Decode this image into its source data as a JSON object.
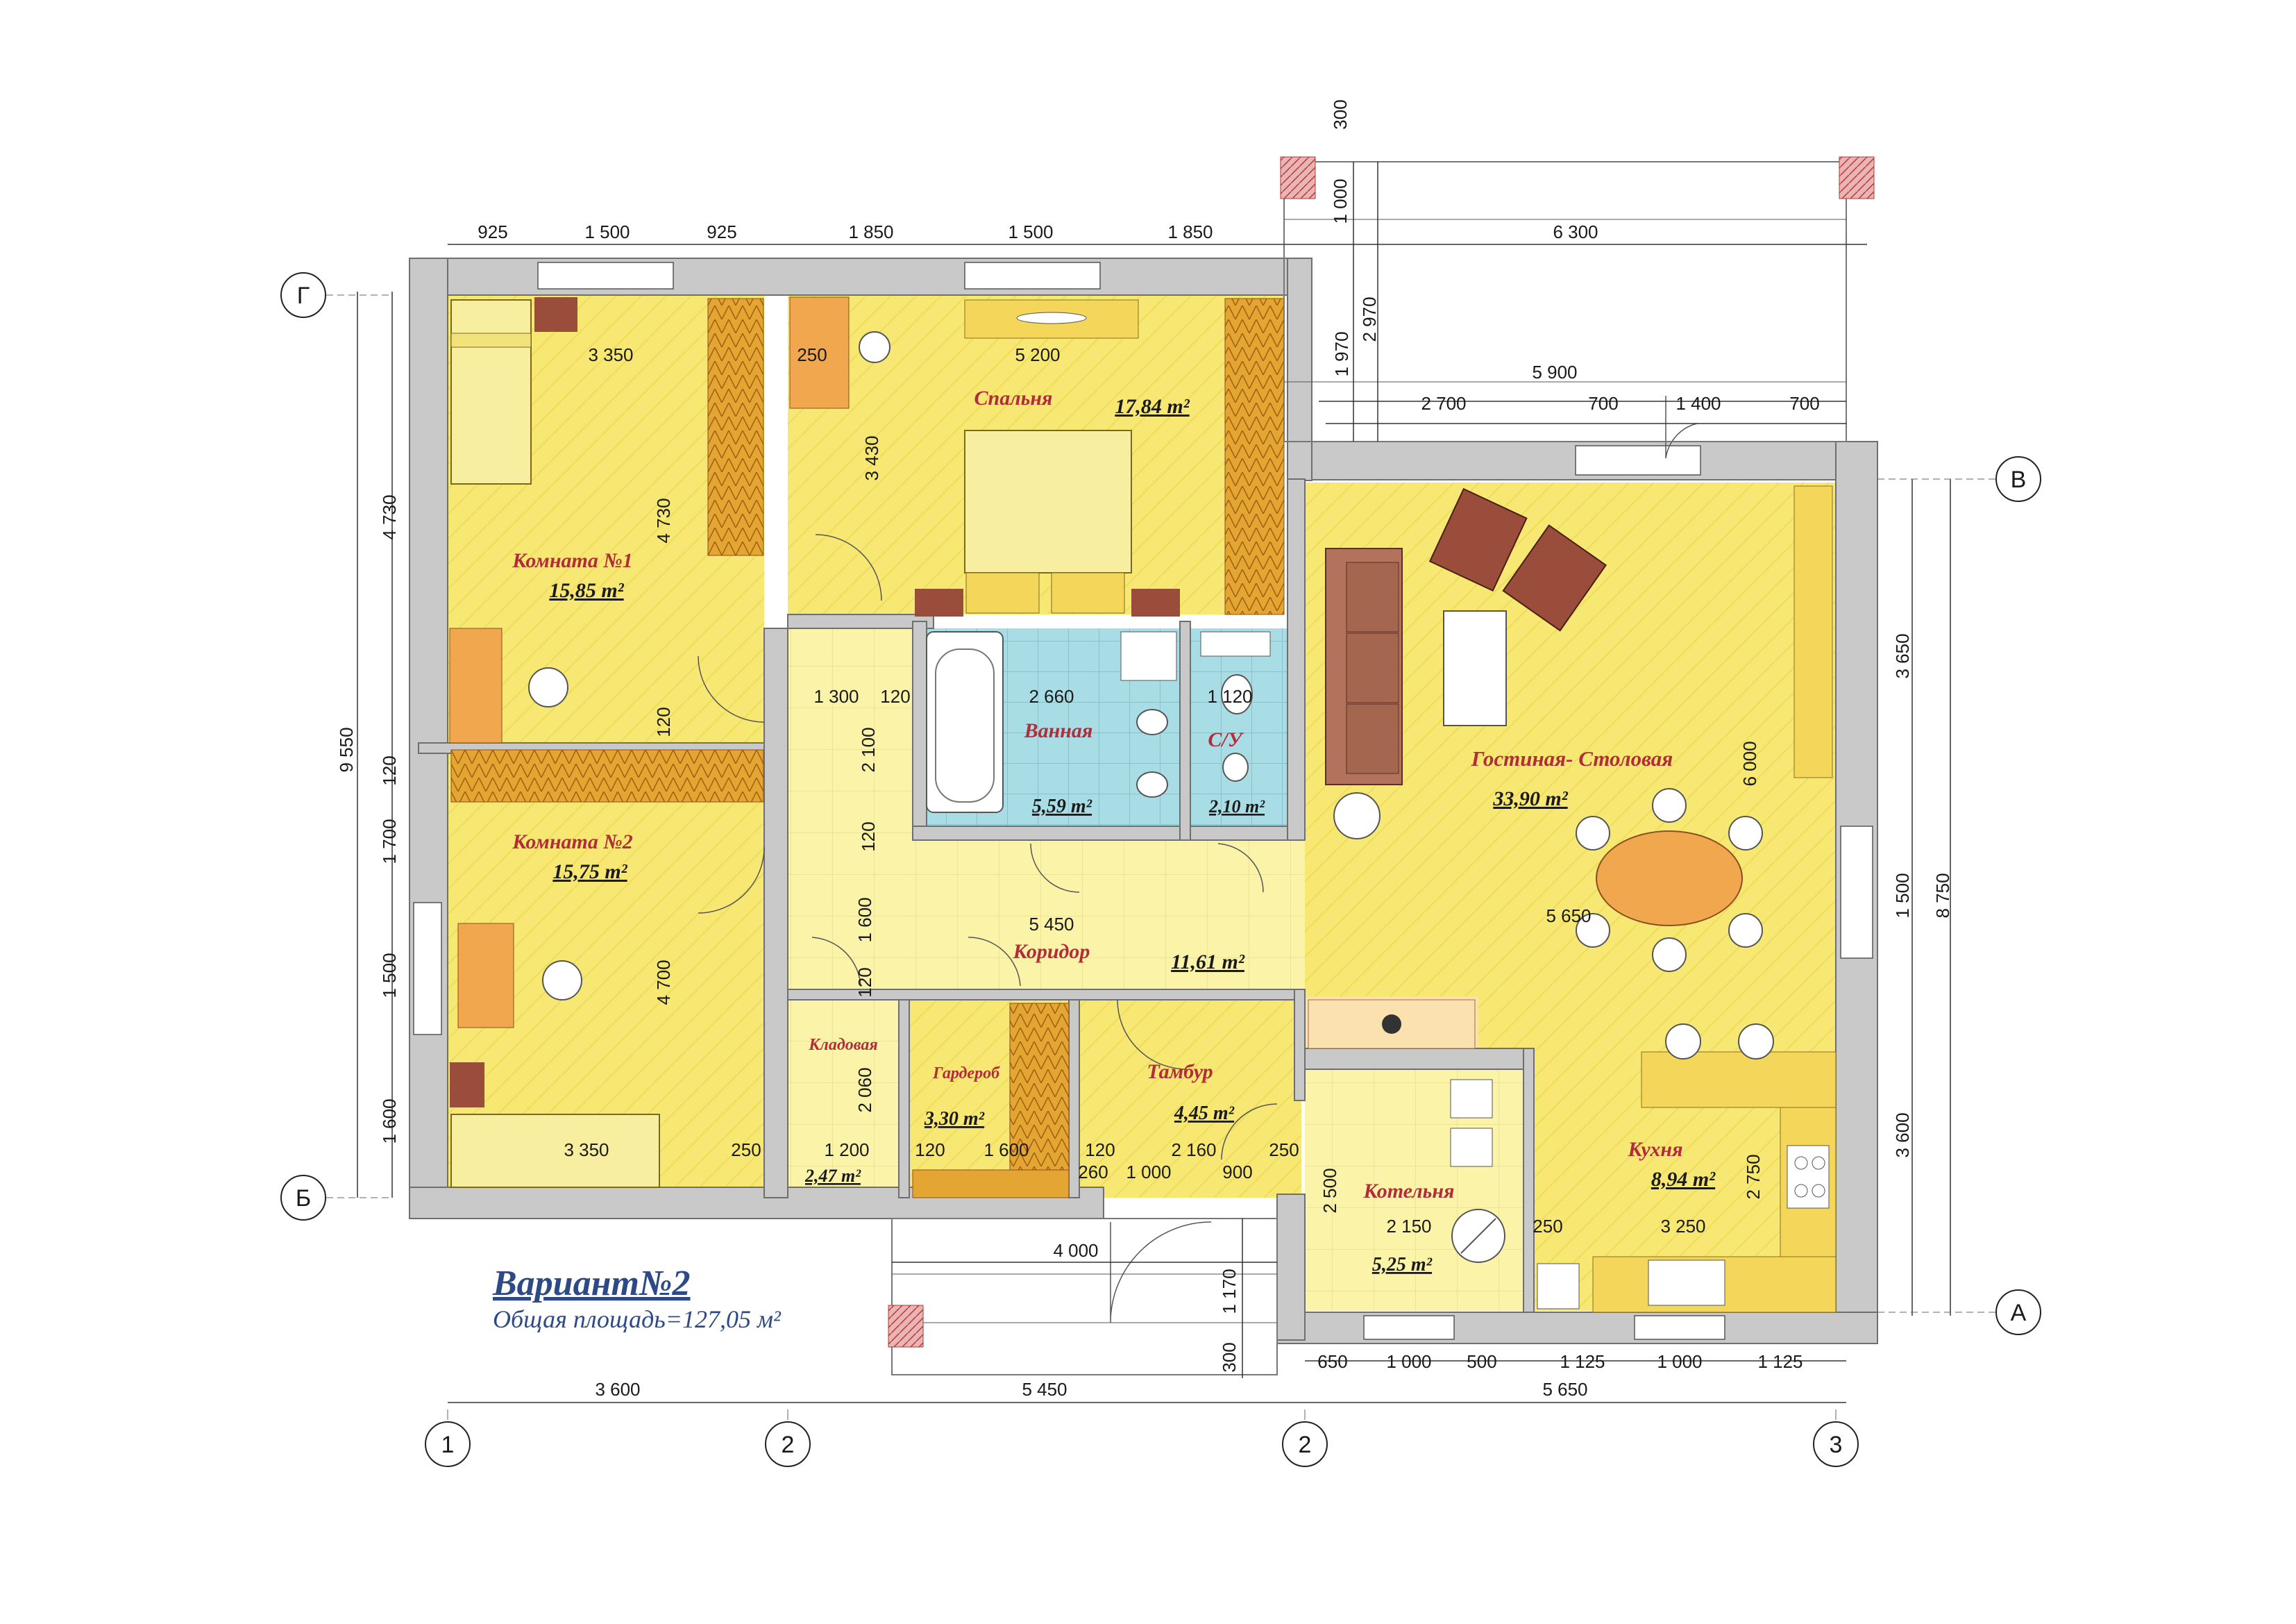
{
  "title": {
    "main": "Вариант№2",
    "sub": "Общая площадь=127,05 м²"
  },
  "axes": {
    "horizontal": [
      "1",
      "2",
      "2",
      "3"
    ],
    "vertical": [
      "Г",
      "В",
      "Б",
      "А"
    ]
  },
  "rooms": [
    {
      "id": "room1",
      "name": "Комната №1",
      "area": "15,85 m²"
    },
    {
      "id": "room2",
      "name": "Комната №2",
      "area": "15,75 m²"
    },
    {
      "id": "bedroom",
      "name": "Спальня",
      "area": "17,84 m²"
    },
    {
      "id": "bath",
      "name": "Ванная",
      "area": "5,59 m²"
    },
    {
      "id": "wc",
      "name": "С/У",
      "area": "2,10 m²"
    },
    {
      "id": "living",
      "name": "Гостиная- Столовая",
      "area": "33,90 m²"
    },
    {
      "id": "corridor",
      "name": "Коридор",
      "area": "11,61 m²"
    },
    {
      "id": "pantry",
      "name": "Кладовая",
      "area": "2,47 m²"
    },
    {
      "id": "wardrobe",
      "name": "Гардероб",
      "area": "3,30 m²"
    },
    {
      "id": "vestibule",
      "name": "Тамбур",
      "area": "4,45 m²"
    },
    {
      "id": "boiler",
      "name": "Котельня",
      "area": "5,25 m²"
    },
    {
      "id": "kitchen",
      "name": "Кухня",
      "area": "8,94 m²"
    }
  ],
  "dimensions": {
    "top_left": [
      "925",
      "1 500",
      "925"
    ],
    "top_mid": [
      "1 850",
      "1 500",
      "1 850"
    ],
    "terrace_top": "6 300",
    "terrace_vert": [
      "300",
      "1 000",
      "2 970",
      "1 970"
    ],
    "living_top": [
      "5 900",
      "2 700",
      "700",
      "1 400",
      "700"
    ],
    "left_outer": [
      "4 730",
      "9 550",
      "120",
      "1 700",
      "1 500",
      "1 600"
    ],
    "right_outer": [
      "3 650",
      "1 500",
      "3 600",
      "8 750"
    ],
    "bottom_overall": [
      "3 600",
      "5 450",
      "5 650"
    ],
    "bottom_right": [
      "650",
      "1 000",
      "500",
      "1 125",
      "1 000",
      "1 125"
    ],
    "porch": [
      "4 000",
      "1 170",
      "300"
    ],
    "interior": [
      "3 350",
      "4 730",
      "120",
      "250",
      "5 200",
      "3 430",
      "1 300",
      "120",
      "2 660",
      "1 120",
      "2 100",
      "120",
      "1 600",
      "120",
      "5 450",
      "4 700",
      "3 350",
      "250",
      "2 060",
      "1 200",
      "120",
      "1 600",
      "120",
      "2 160",
      "250",
      "260",
      "1 000",
      "900",
      "6 000",
      "5 650",
      "2 500",
      "2 150",
      "250",
      "3 250",
      "2 750"
    ]
  },
  "colors": {
    "wall": "#c9c9c9",
    "floor": "#f7e873",
    "corridor_floor": "#fbf3a8",
    "tile": "#a9dde6",
    "furniture_orange": "#f0a74e",
    "furniture_brown": "#9a4d3a",
    "sofa": "#b2725b",
    "label_red": "#b22d3a",
    "title_blue": "#2e4a86"
  }
}
